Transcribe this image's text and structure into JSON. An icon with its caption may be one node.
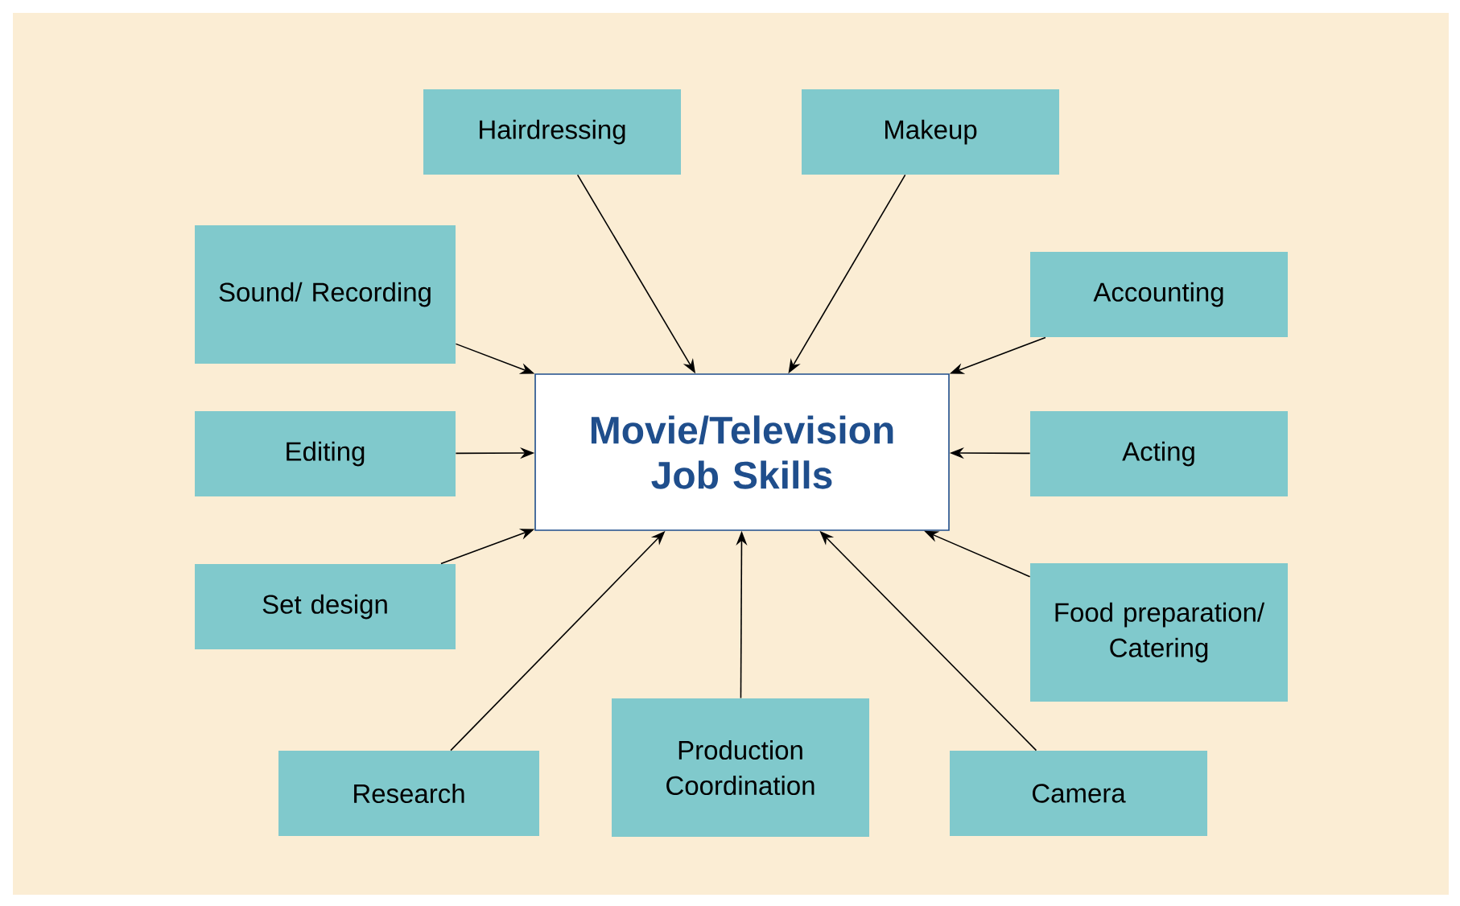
{
  "diagram": {
    "nodes": [
      {
        "text": [
          "Movie/Television Job Skills"
        ]
      },
      {
        "text": [
          "Hairdressing"
        ]
      },
      {
        "text": [
          "Makeup"
        ]
      },
      {
        "text": [
          "Sound/ Recording"
        ]
      },
      {
        "text": [
          "Accounting"
        ]
      },
      {
        "text": [
          "Editing"
        ]
      },
      {
        "text": [
          "Acting"
        ]
      },
      {
        "text": [
          "Set design"
        ]
      },
      {
        "text": [
          "Food preparation/ Catering"
        ]
      },
      {
        "text": [
          "Research"
        ]
      },
      {
        "text": [
          "Production Coordination"
        ]
      },
      {
        "text": [
          "Camera"
        ]
      }
    ],
    "edges": [
      {
        "from": 1,
        "to": 0,
        "arrow": "to"
      },
      {
        "from": 2,
        "to": 0,
        "arrow": "to"
      },
      {
        "from": 3,
        "to": 0,
        "arrow": "to"
      },
      {
        "from": 4,
        "to": 0,
        "arrow": "to"
      },
      {
        "from": 5,
        "to": 0,
        "arrow": "to"
      },
      {
        "from": 6,
        "to": 0,
        "arrow": "to"
      },
      {
        "from": 7,
        "to": 0,
        "arrow": "to"
      },
      {
        "from": 8,
        "to": 0,
        "arrow": "to"
      },
      {
        "from": 9,
        "to": 0,
        "arrow": "to"
      },
      {
        "from": 10,
        "to": 0,
        "arrow": "to"
      },
      {
        "from": 11,
        "to": 0,
        "arrow": "to"
      }
    ]
  }
}
